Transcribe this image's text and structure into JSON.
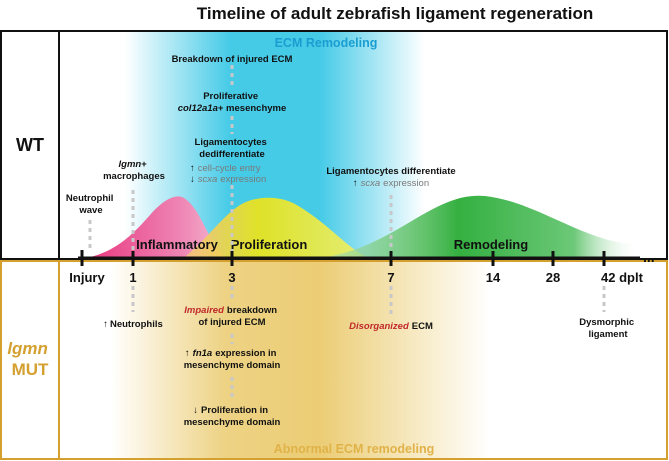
{
  "title": "Timeline of adult zebrafish ligament regeneration",
  "rows": {
    "wt": {
      "label": "WT"
    },
    "mut": {
      "gene": "lgmn",
      "label": "MUT"
    }
  },
  "bands": {
    "ecm_remodeling": "ECM Remodeling",
    "abnormal_ecm_remodeling": "Abnormal ECM remodeling"
  },
  "phases": {
    "inflammatory": "Inflammatory",
    "proliferation": "Proliferation",
    "remodeling": "Remodeling"
  },
  "timeline": {
    "ticks": [
      {
        "label": "Injury"
      },
      {
        "label": "1"
      },
      {
        "label": "3"
      },
      {
        "label": "7"
      },
      {
        "label": "14"
      },
      {
        "label": "28"
      },
      {
        "label": "42 dplt"
      }
    ],
    "continuation": "..."
  },
  "wt_events": {
    "neutrophil_line1": "Neutrophil",
    "neutrophil_line2": "wave",
    "macrophage_gene": "lgmn",
    "macrophage_plus": "+",
    "macrophage_line2": "macrophages",
    "breakdown": "Breakdown of injured ECM",
    "prolif_line1": "Proliferative",
    "prolif_gene": "col12a1a",
    "prolif_suffix": "+ mesenchyme",
    "dediff_line1": "Ligamentocytes",
    "dediff_line2": "dedifferentiate",
    "dediff_up": "↑",
    "dediff_up_text": "cell-cycle entry",
    "dediff_down": "↓",
    "dediff_down_gene": "scxa",
    "dediff_down_text": "expression",
    "diff_line1": "Ligamentocytes differentiate",
    "diff_up": "↑",
    "diff_gene": "scxa",
    "diff_text": "expression"
  },
  "mut_events": {
    "neutrophils_arrow": "↑",
    "neutrophils": "Neutrophils",
    "impaired_word": "Impaired",
    "impaired_rest": "breakdown",
    "impaired_line2": "of injured ECM",
    "fn1a_arrow": "↑",
    "fn1a_gene": "fn1a",
    "fn1a_rest": "expression in",
    "fn1a_line2": "mesenchyme domain",
    "prolif_arrow": "↓",
    "prolif_line1": "Proliferation in",
    "prolif_line2": "mesenchyme domain",
    "disorganized_word": "Disorganized",
    "disorganized_rest": "ECM",
    "dysmorphic_line1": "Dysmorphic",
    "dysmorphic_line2": "ligament"
  },
  "colors": {
    "ecm_cyan": "#3cc8e6",
    "inflammatory_pink": "#e8307a",
    "proliferation_yellow": "#ece418",
    "remodeling_green": "#34b040",
    "mut_gold": "#d4a030",
    "impaired_red": "#c0292b",
    "dashed_gray": "#c8c8c8"
  }
}
